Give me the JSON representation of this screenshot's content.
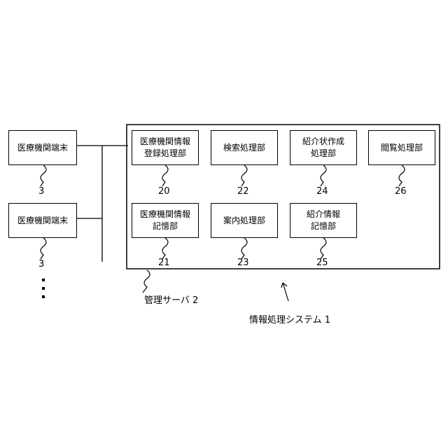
{
  "terminals": [
    {
      "label": "医療機関端末",
      "ref": "3"
    },
    {
      "label": "医療機関端末",
      "ref": "3"
    }
  ],
  "server_units": [
    {
      "line1": "医療機関情報",
      "line2": "登録処理部",
      "ref": "20"
    },
    {
      "line1": "検索処理部",
      "line2": "",
      "ref": "22"
    },
    {
      "line1": "紹介状作成",
      "line2": "処理部",
      "ref": "24"
    },
    {
      "line1": "閲覧処理部",
      "line2": "",
      "ref": "26"
    },
    {
      "line1": "医療機関情報",
      "line2": "記憶部",
      "ref": "21"
    },
    {
      "line1": "案内処理部",
      "line2": "",
      "ref": "23"
    },
    {
      "line1": "紹介情報",
      "line2": "記憶部",
      "ref": "25"
    }
  ],
  "server_label": "管理サーバ 2",
  "system_label": "情報処理システム 1"
}
